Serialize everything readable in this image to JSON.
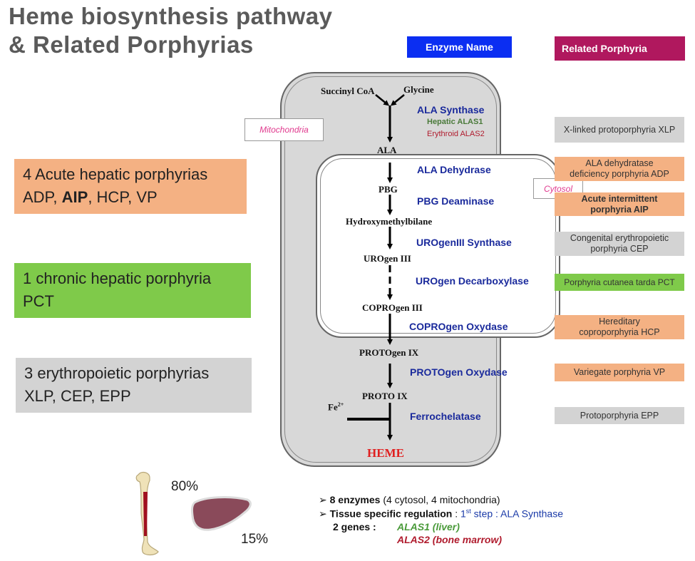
{
  "title": {
    "line1": "Heme biosynthesis pathway",
    "line2": "& Related Porphyrias"
  },
  "headers": {
    "enzyme": "Enzyme Name",
    "porphyria": "Related Porphyria"
  },
  "compartments": {
    "mitochondria": "Mitochondria",
    "cytosol": "Cytosol"
  },
  "summary": {
    "acute": {
      "prefix": "4 Acute hepatic porphyrias",
      "line2_a": "ADP, ",
      "line2_bold": "AIP",
      "line2_b": ", HCP, VP"
    },
    "chronic": {
      "line1": "1 chronic hepatic porphyria",
      "line2": "PCT"
    },
    "erythro": {
      "line1": "3 erythropoietic porphyrias",
      "line2": "XLP, CEP, EPP"
    }
  },
  "pathway": {
    "succinyl": "Succinyl CoA",
    "glycine": "Glycine",
    "ala": "ALA",
    "pbg": "PBG",
    "hmb": "Hydroxymethylbilane",
    "urogen": "UROgen III",
    "coprogen": "COPROgen III",
    "protogen": "PROTOgen IX",
    "proto": "PROTO IX",
    "fe": "Fe",
    "fe_sup": "2+",
    "heme": "HEME"
  },
  "enzymes": {
    "alas": "ALA Synthase",
    "alas1": "Hepatic ALAS1",
    "alas2": "Erythroid ALAS2",
    "alad": "ALA Dehydrase",
    "pbgd": "PBG Deaminase",
    "uros": "UROgenIII Synthase",
    "urod": "UROgen Decarboxylase",
    "cpox": "COPROgen Oxydase",
    "ppox": "PROTOgen Oxydase",
    "fech": "Ferrochelatase"
  },
  "porphyrias": [
    "X-linked protoporphyria XLP",
    "ALA dehydratase deficiency porphyria ADP",
    "Acute intermittent porphyria AIP",
    "Congenital erythropoietic porphyria CEP",
    "Porphyria cutanea tarda PCT",
    "Hereditary coproporphyria HCP",
    "Variegate porphyria VP",
    "Protoporphyria EPP"
  ],
  "tissues": {
    "bone_pct": "80%",
    "liver_pct": "15%"
  },
  "notes": {
    "n1_bold": "8 enzymes",
    "n1_rest": " (4 cytosol, 4 mitochondria)",
    "n2_bold": "Tissue specific regulation",
    "n2_sep": " : ",
    "n2_step": "1",
    "n2_sup": "st",
    "n2_step2": " step : ALA Synthase",
    "n3_label": "2 genes :",
    "n3_gene1": "ALAS1 (liver)",
    "n3_gene2": "ALAS2 (bone marrow)"
  },
  "colors": {
    "blue_header": "#0b2ef2",
    "magenta_header": "#b0185e",
    "orange": "#f4b183",
    "green": "#7fca4a",
    "grey": "#d3d3d3",
    "enzyme_blue": "#1a2a9c",
    "heme_red": "#e02020",
    "alas1_green": "#4a7a3a",
    "alas2_red": "#b01c2e"
  }
}
